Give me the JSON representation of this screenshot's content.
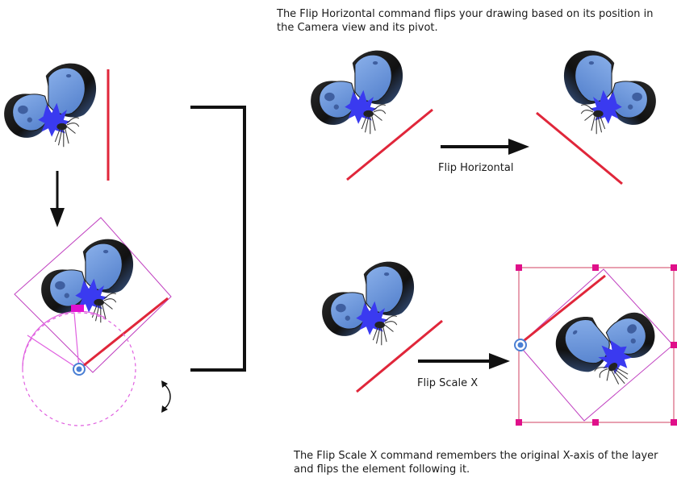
{
  "captions": {
    "flip_horizontal": "The Flip Horizontal command flips your drawing based on its position in the Camera view and its pivot.",
    "flip_scale_x": "The Flip Scale X command remembers the original X-axis of the layer and flips the element following it."
  },
  "labels": {
    "flip_horizontal": "Flip Horizontal",
    "flip_scale_x": "Flip Scale X"
  },
  "colors": {
    "wing_light": "#6f9bdc",
    "wing_dark": "#141414",
    "flower": "#3a3af0",
    "axis_line": "#e0263a",
    "selection_box": "#c040c0",
    "handle": "#e0108a",
    "pivot": "#4a7fd4"
  }
}
